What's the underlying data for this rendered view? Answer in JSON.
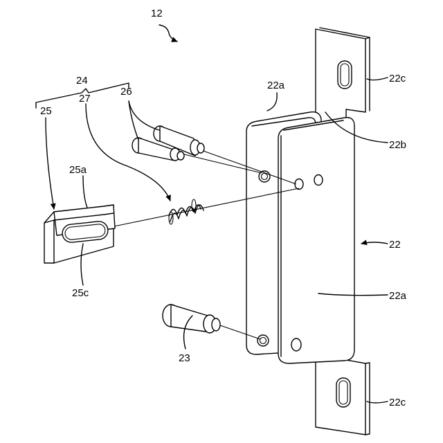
{
  "figure": {
    "ref_numeral": "12"
  },
  "labels": {
    "l_24": "24",
    "l_25": "25",
    "l_27": "27",
    "l_26": "26",
    "l_25a": "25a",
    "l_25c": "25c",
    "l_22a_top": "22a",
    "l_22c_top": "22c",
    "l_22b": "22b",
    "l_22": "22",
    "l_22a_mid": "22a",
    "l_23": "23",
    "l_22c_bottom": "22c"
  },
  "icons": {
    "leader_style": "curved-arrow"
  }
}
